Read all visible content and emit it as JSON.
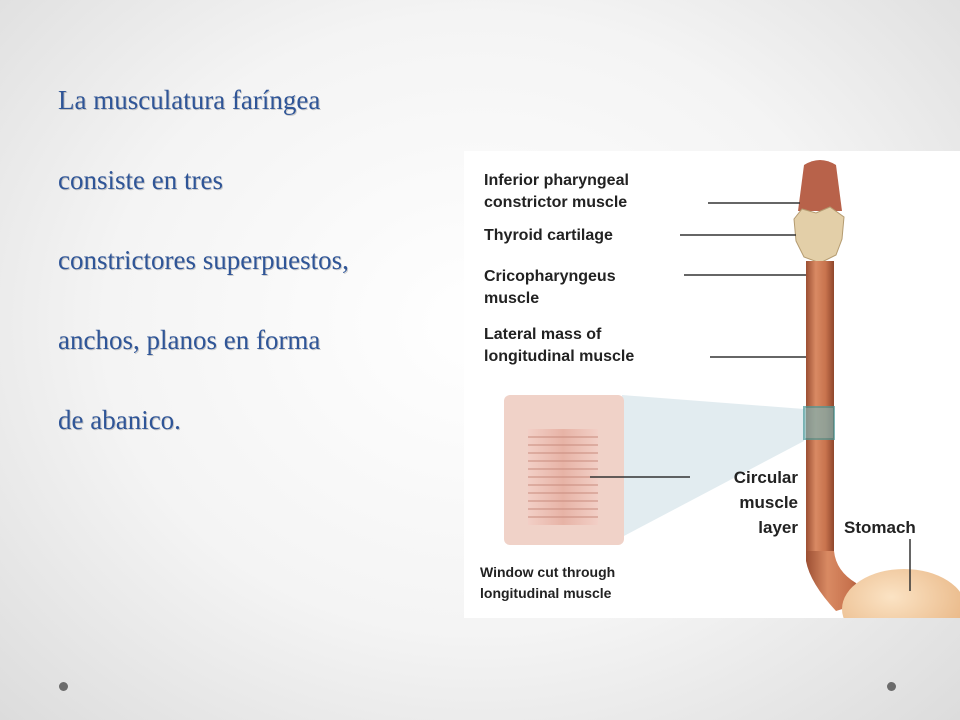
{
  "slide": {
    "text_lines": [
      "La musculatura  faríngea",
      "consiste en tres",
      "constrictores superpuestos,",
      "anchos, planos en forma",
      "de abanico."
    ]
  },
  "figure": {
    "labels": {
      "inferior_1": "Inferior pharyngeal",
      "inferior_2": "constrictor muscle",
      "thyroid": "Thyroid cartilage",
      "crico_1": "Cricopharyngeus",
      "crico_2": "muscle",
      "lateral_1": "Lateral mass of",
      "lateral_2": "longitudinal muscle",
      "circular_1": "Circular",
      "circular_2": "muscle",
      "circular_3": "layer",
      "stomach": "Stomach",
      "window_1": "Window cut through",
      "window_2": "longitudinal muscle"
    },
    "colors": {
      "esophagus": "#c8734e",
      "esophagus_dark": "#9c4f33",
      "stomach": "#f2c99a",
      "callout_box": "#4a9a9a",
      "muscle_pink": "#e7b3a6"
    }
  },
  "theme": {
    "text_color": "#2f5597"
  }
}
